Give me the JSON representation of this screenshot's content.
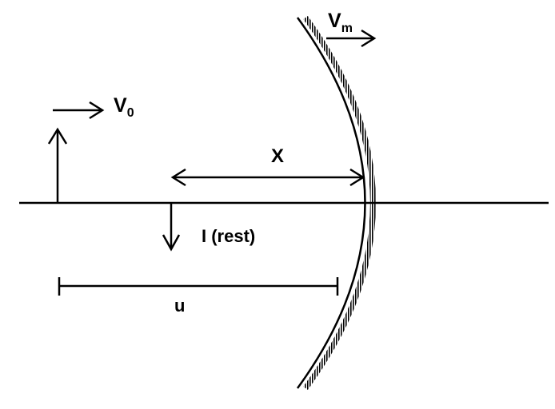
{
  "labels": {
    "object_velocity_main": "V",
    "object_velocity_sub": "0",
    "mirror_velocity_main": "V",
    "mirror_velocity_sub": "m",
    "distance_x": "X",
    "image": "I (rest)",
    "distance_u": "u"
  },
  "colors": {
    "ink": "#000000",
    "background": "#ffffff"
  }
}
